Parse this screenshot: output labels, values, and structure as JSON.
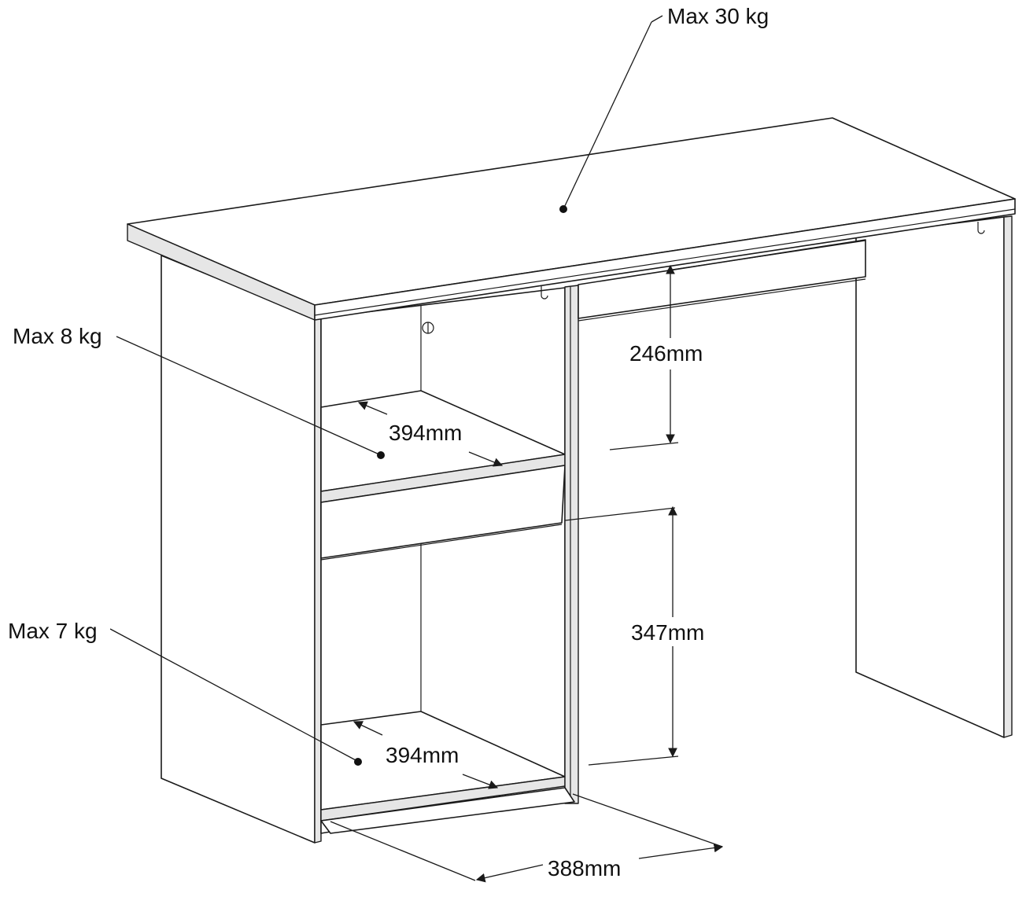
{
  "labels": {
    "top_load": "Max 30 kg",
    "upper_shelf_load": "Max 8 kg",
    "lower_shelf_load": "Max 7 kg",
    "upper_shelf_width": "394mm",
    "lower_shelf_width": "394mm",
    "drawer_clearance": "246mm",
    "knee_clearance": "347mm",
    "depth": "388mm"
  },
  "colors": {
    "line": "#1a1a1a",
    "background": "#ffffff"
  }
}
